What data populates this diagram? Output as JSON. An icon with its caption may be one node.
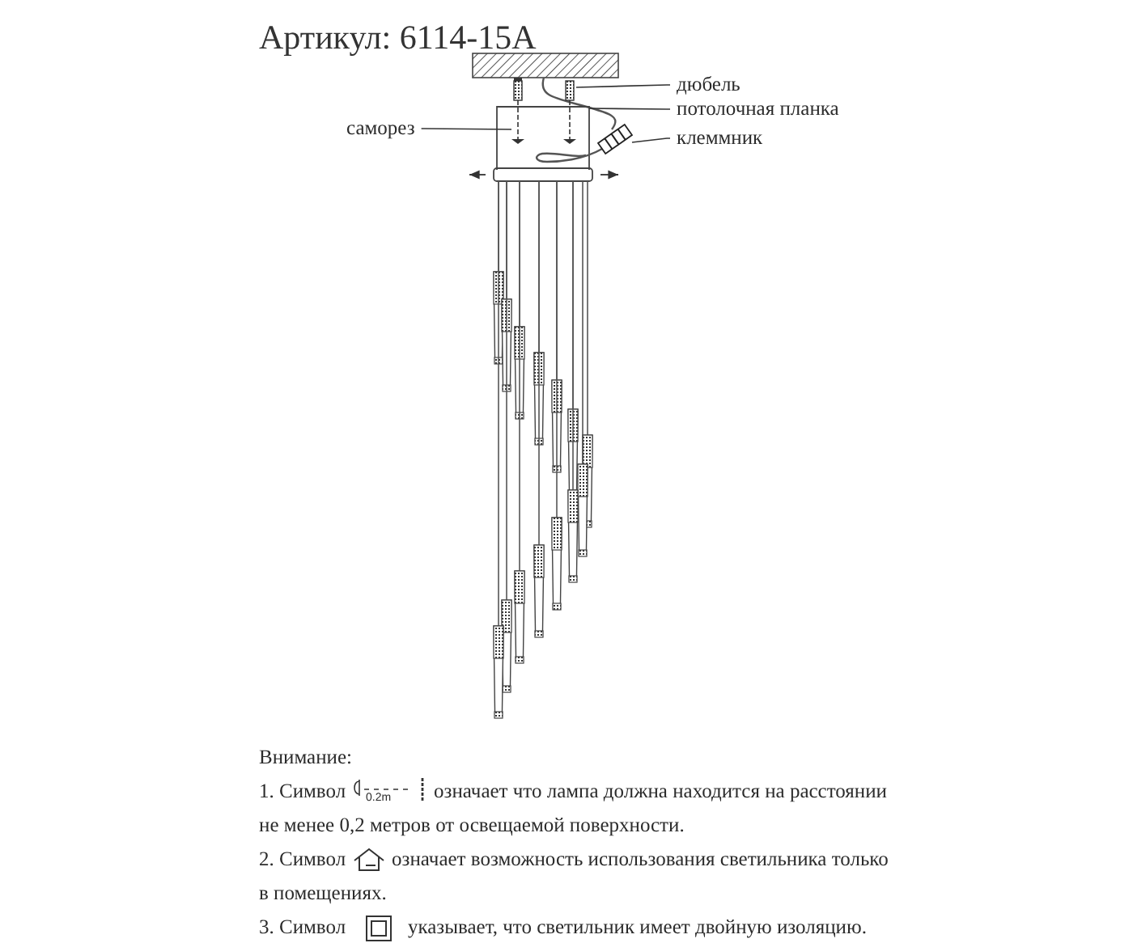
{
  "diagram": {
    "title": "Артикул: 6114-15A",
    "nodes": [
      {
        "text": [
          "дюбель"
        ]
      },
      {
        "text": [
          "потолочная планка"
        ]
      },
      {
        "text": [
          "саморез"
        ]
      },
      {
        "text": [
          "клеммник"
        ]
      },
      {
        "text": [],
        "shape": "picture"
      },
      {
        "text": [],
        "shape": "picture"
      },
      {
        "text": [],
        "shape": "picture"
      },
      {
        "text": [],
        "shape": "picture"
      }
    ],
    "edges": [
      {
        "from": 0,
        "to": 4,
        "arrow": "none"
      },
      {
        "from": 1,
        "to": 5,
        "arrow": "none"
      },
      {
        "from": 2,
        "to": 6,
        "arrow": "none"
      },
      {
        "from": 3,
        "to": 7,
        "arrow": "none"
      }
    ],
    "labels": [
      "Внимание:",
      "1. Символ",
      "0.2m",
      "означает что лампа должна находится на расстоянии не менее 0,2 метров от освещаемой поверхности.",
      "2. Символ",
      "означает возможность использования светильника только в помещениях.",
      "3. Символ",
      "указывает, что светильник имеет двойную изоляцию."
    ]
  }
}
